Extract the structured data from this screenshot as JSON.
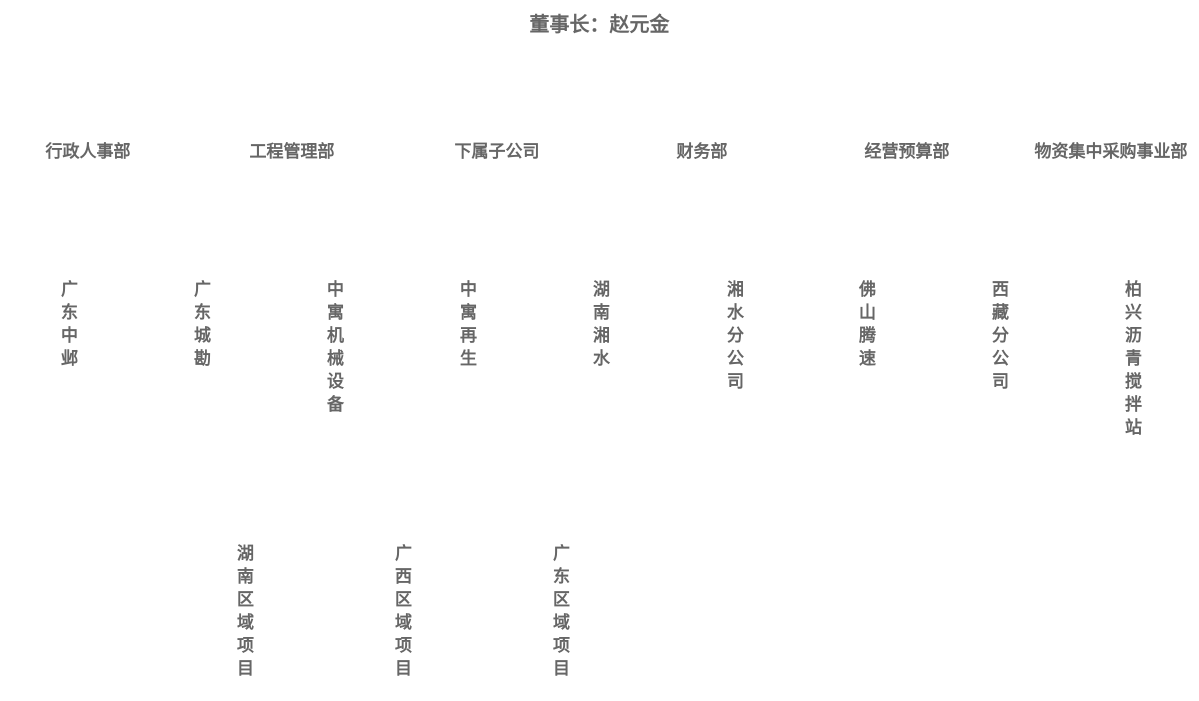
{
  "chairman": {
    "label": "董事长：赵元金"
  },
  "departments": [
    {
      "label": "行政人事部"
    },
    {
      "label": "工程管理部"
    },
    {
      "label": "下属子公司"
    },
    {
      "label": "财务部"
    },
    {
      "label": "经营预算部"
    },
    {
      "label": "物资集中采购事业部"
    }
  ],
  "units": [
    {
      "label": "广东中邺"
    },
    {
      "label": "广东城勘"
    },
    {
      "label": "中寓机械设备"
    },
    {
      "label": "中寓再生"
    },
    {
      "label": "湖南湘水"
    },
    {
      "label": "湘水分公司"
    },
    {
      "label": "佛山腾速"
    },
    {
      "label": "西藏分公司"
    },
    {
      "label": "柏兴沥青搅拌站"
    }
  ],
  "regions": [
    {
      "label": "湖南区域项目"
    },
    {
      "label": "广西区域项目"
    },
    {
      "label": "广东区域项目"
    }
  ]
}
